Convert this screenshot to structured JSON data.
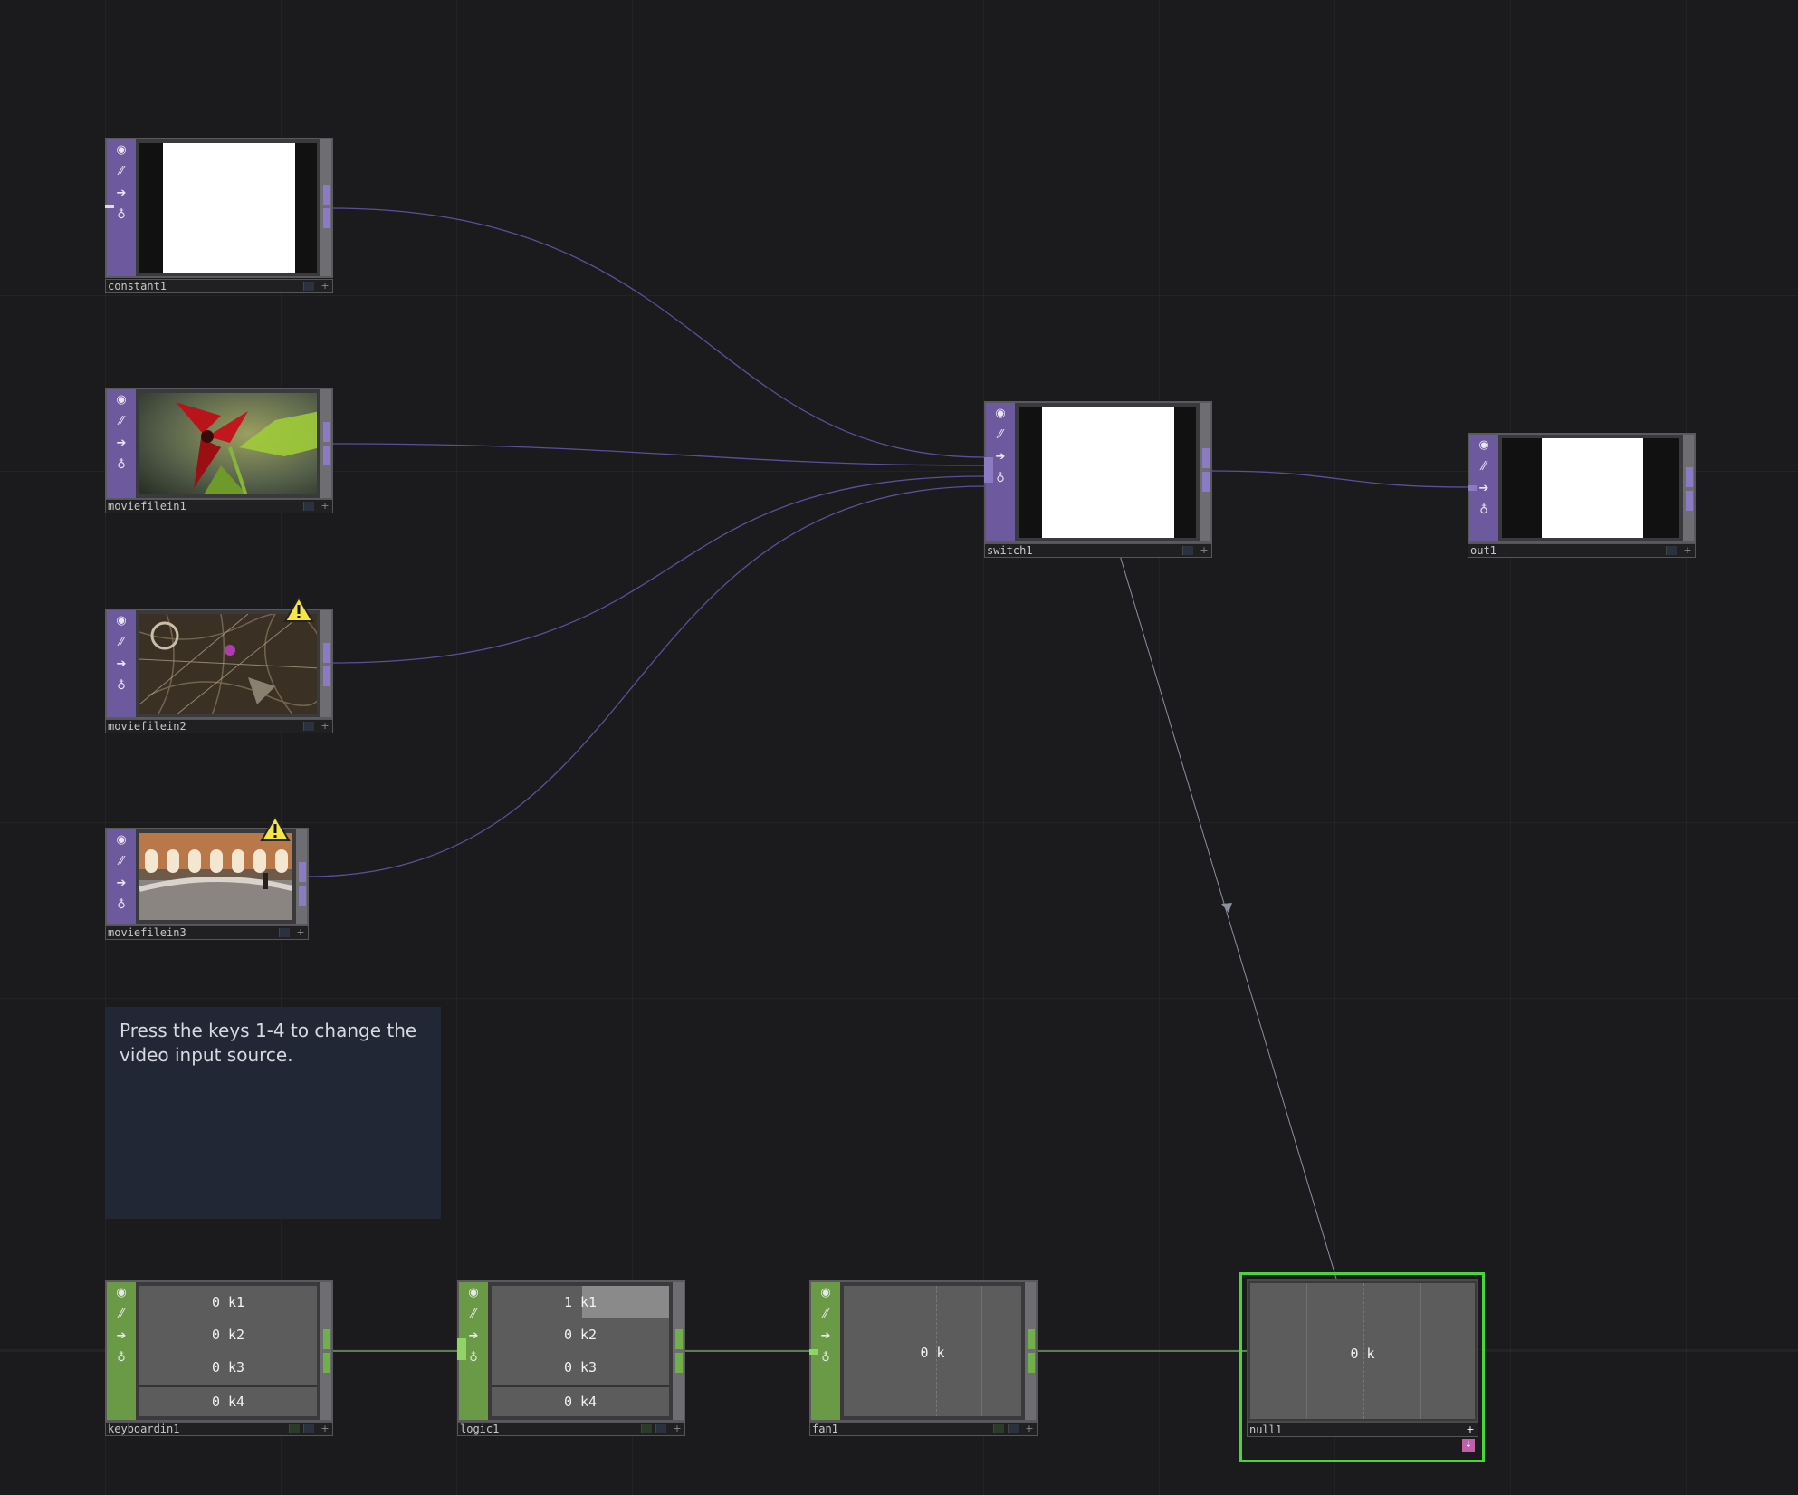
{
  "network": {
    "nodes": {
      "constant1": {
        "name": "constant1",
        "family": "TOP"
      },
      "moviefilein1": {
        "name": "moviefilein1",
        "family": "TOP",
        "warning": false
      },
      "moviefilein2": {
        "name": "moviefilein2",
        "family": "TOP",
        "warning": true
      },
      "moviefilein3": {
        "name": "moviefilein3",
        "family": "TOP",
        "warning": true
      },
      "switch1": {
        "name": "switch1",
        "family": "TOP"
      },
      "out1": {
        "name": "out1",
        "family": "TOP"
      },
      "keyboardin1": {
        "name": "keyboardin1",
        "family": "CHOP",
        "channels": [
          {
            "value": "0",
            "label": "k1"
          },
          {
            "value": "0",
            "label": "k2"
          },
          {
            "value": "0",
            "label": "k3"
          },
          {
            "value": "0",
            "label": "k4"
          }
        ]
      },
      "logic1": {
        "name": "logic1",
        "family": "CHOP",
        "channels": [
          {
            "value": "1",
            "label": "k1",
            "active": true
          },
          {
            "value": "0",
            "label": "k2"
          },
          {
            "value": "0",
            "label": "k3"
          },
          {
            "value": "0",
            "label": "k4"
          }
        ]
      },
      "fan1": {
        "name": "fan1",
        "family": "CHOP",
        "channel": {
          "value": "0",
          "label": "k"
        }
      },
      "null1": {
        "name": "null1",
        "family": "CHOP",
        "selected": true,
        "channel": {
          "value": "0",
          "label": "k"
        }
      }
    },
    "comment": {
      "text": "Press the keys 1-4 to change the video input source."
    }
  },
  "colors": {
    "background": "#1b1b1d",
    "top_family": "#6d5a9e",
    "chop_family": "#6a9a45",
    "wire_top": "#5a4f9a",
    "wire_chop": "#6fa35a",
    "selection": "#4cd43a",
    "warning": "#f5e642"
  },
  "icons": [
    "viewer-icon",
    "bypass-icon",
    "export-icon",
    "lock-icon",
    "warning-icon",
    "plus-icon"
  ]
}
